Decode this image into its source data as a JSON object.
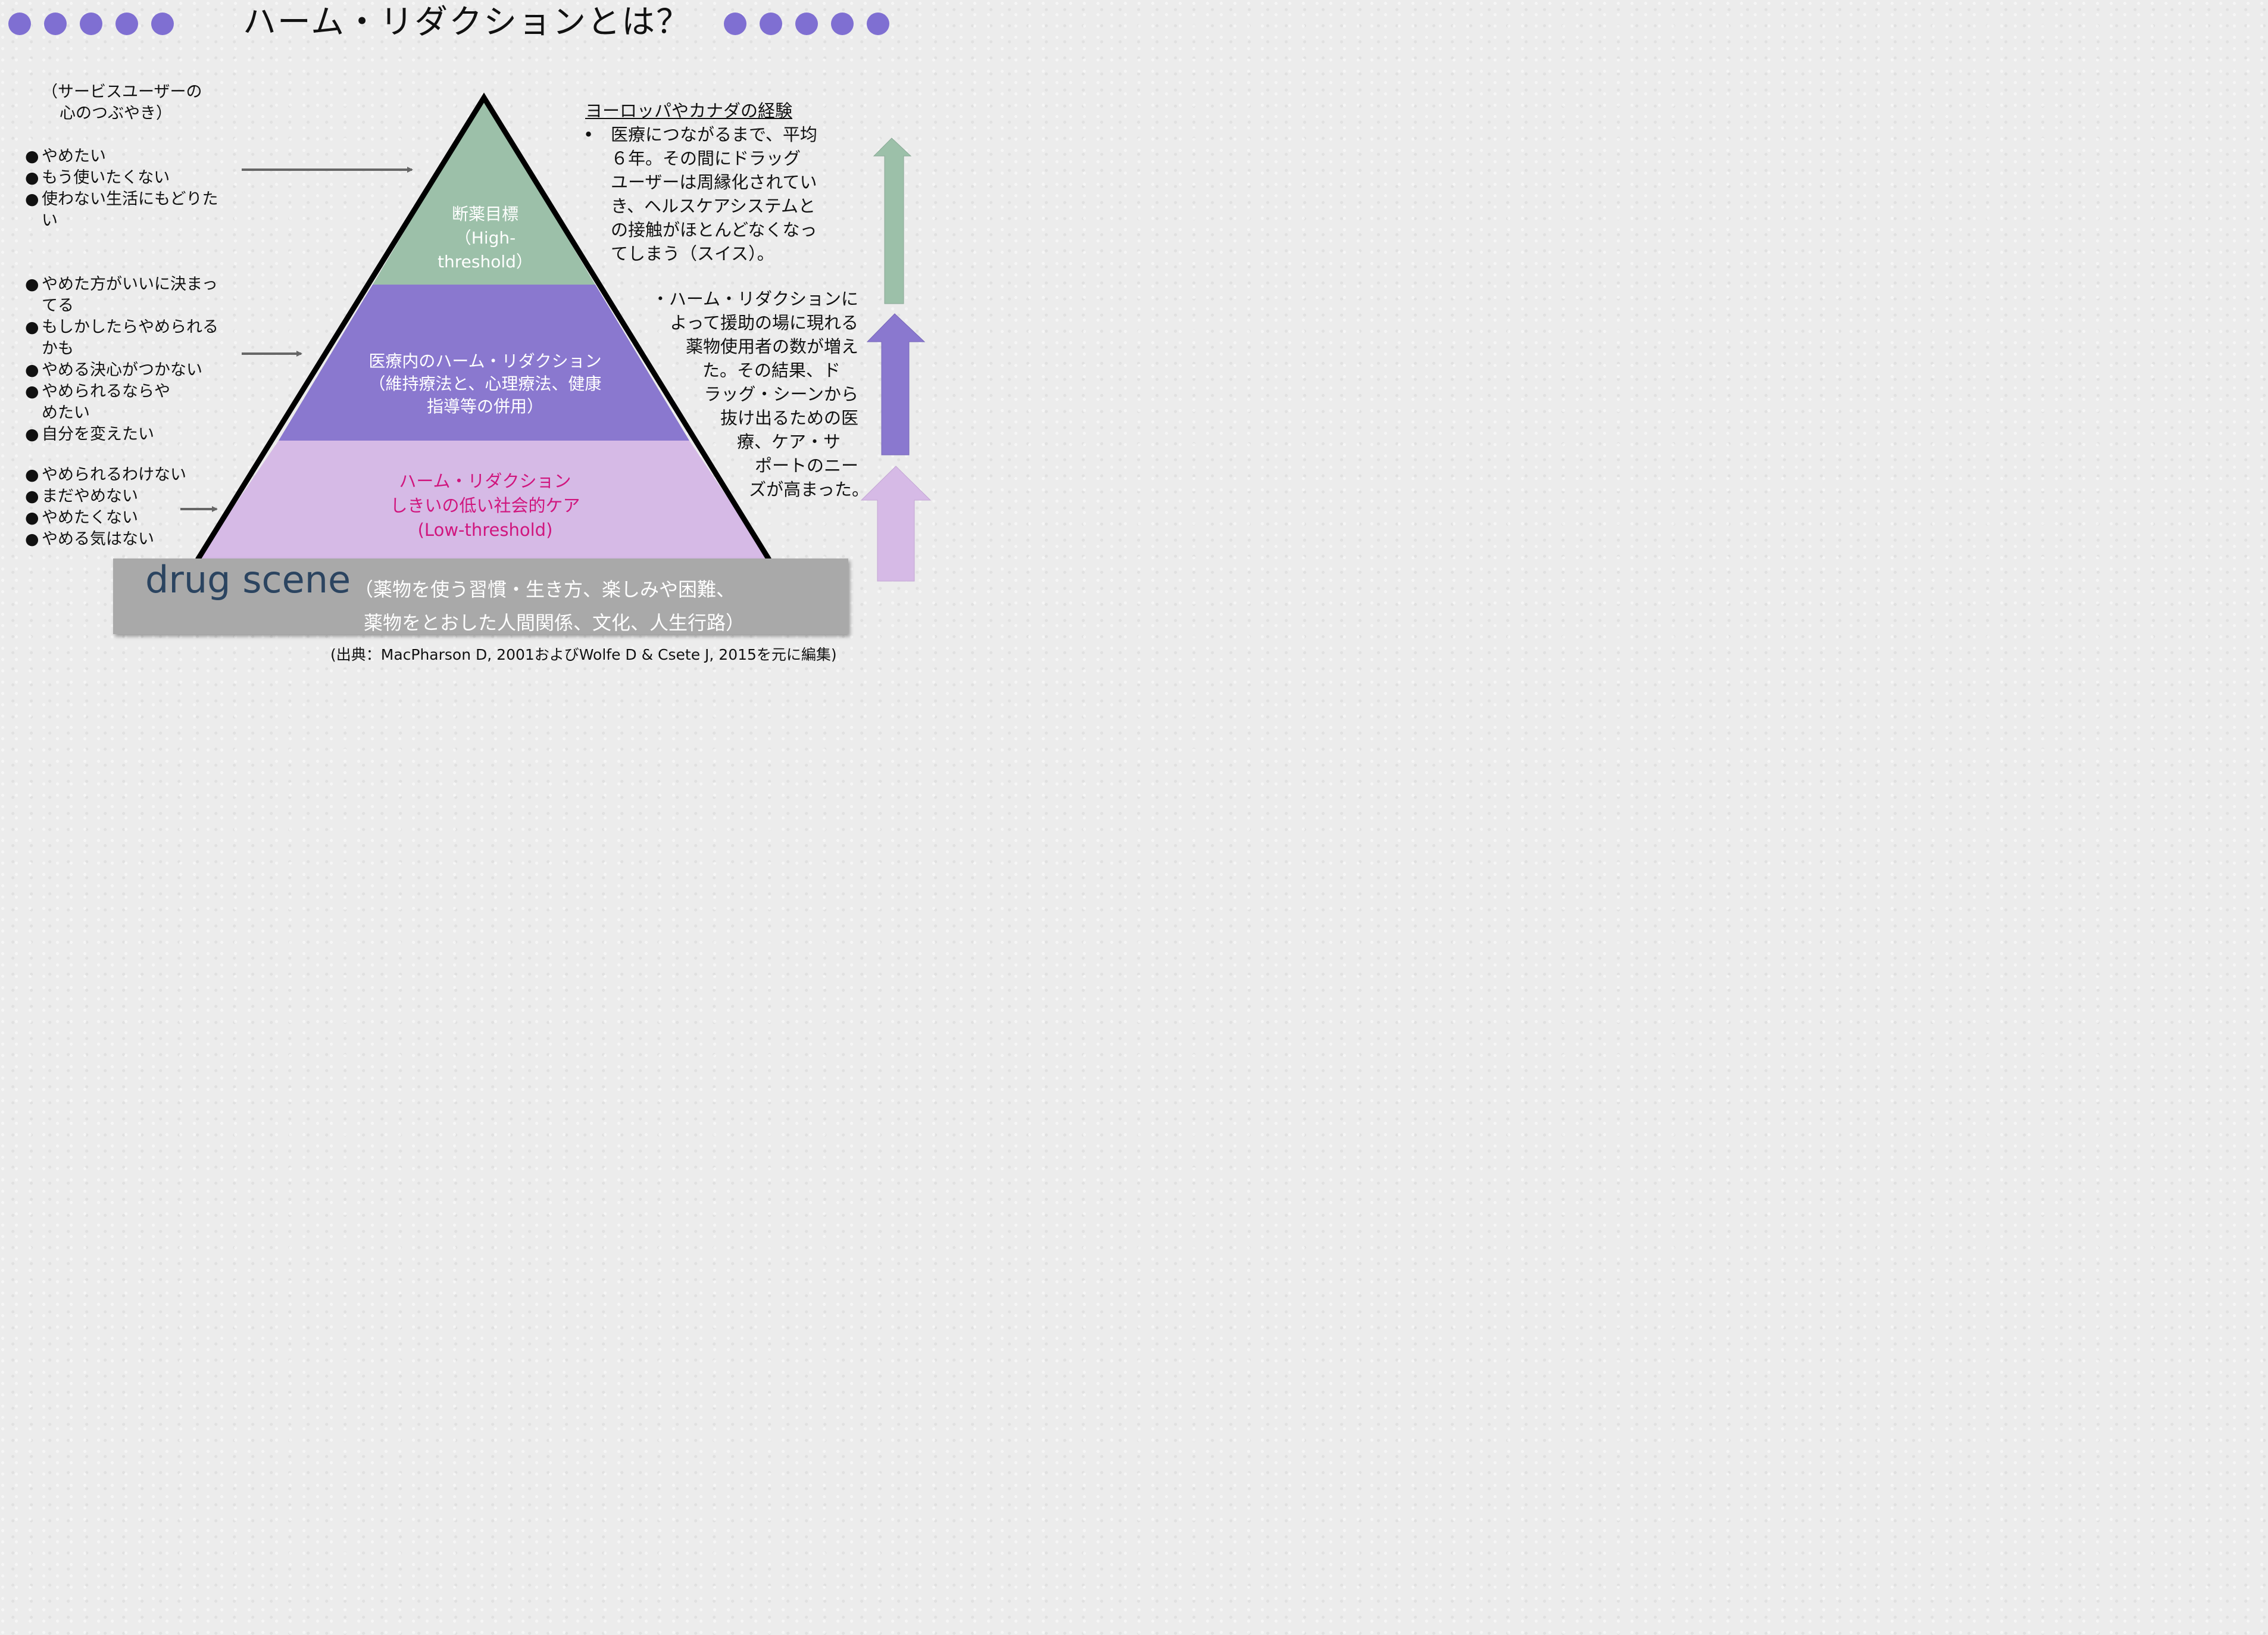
{
  "title": "ハーム・リダクションとは？",
  "colors": {
    "dots": "#7f6fd2",
    "top_layer": "#9cc0a9",
    "middle_layer": "#8a78cf",
    "bottom_layer": "#d6bae6",
    "pyramid_outline": "#000000",
    "bottom_text": "#d0167e",
    "scene_box": "#a9a9a9",
    "scene_word": "#2b4460"
  },
  "left": {
    "caption_line1": "（サービスユーザーの",
    "caption_line2": "心のつぶやき）",
    "group_top": [
      "やめたい",
      "もう使いたくない",
      "使わない生活にもどりたい"
    ],
    "group_middle": [
      "やめた方がいいに決まってる",
      "もしかしたらやめられるかも",
      "やめる決心がつかない",
      "やめられるならやめたい",
      "自分を変えたい"
    ],
    "group_bottom": [
      "やめられるわけない",
      "まだやめない",
      "やめたくない",
      "やめる気はない"
    ]
  },
  "pyramid": {
    "top": {
      "line1": "断薬目標",
      "line2": "（High-",
      "line3": "threshold）"
    },
    "middle": {
      "line1": "医療内のハーム・リダクション",
      "line2": "（維持療法と、心理療法、健康",
      "line3": "指導等の併用）"
    },
    "bottom": {
      "line1": "ハーム・リダクション",
      "line2": "しきいの低い社会的ケア",
      "line3": "(Low-threshold)"
    }
  },
  "right": {
    "heading": "ヨーロッパやカナダの経験",
    "bullet_mark": "•",
    "exp_lines": [
      "医療につながるまで、平均",
      "６年。その間にドラッグ",
      "ユーザーは周縁化されてい",
      "き、ヘルスケアシステムと",
      "の接触がほとんどなくなっ",
      "てしまう（スイス）。"
    ],
    "hr_lines": [
      "・ハーム・リダクションに",
      "よって援助の場に現れる",
      "薬物使用者の数が増え",
      "た。その結果、ド",
      "ラッグ・シーンから",
      "抜け出るための医",
      "療、ケア・サ",
      "ポートのニー",
      "ズが高まった。"
    ]
  },
  "scene": {
    "word": "drug scene",
    "desc_line1": "（薬物を使う習慣・生き方、楽しみや困難、",
    "desc_line2": "薬物をとおした人間関係、文化、人生行路）"
  },
  "source": "(出典：MacPharson D, 2001およびWolfe D & Csete J, 2015を元に編集)"
}
